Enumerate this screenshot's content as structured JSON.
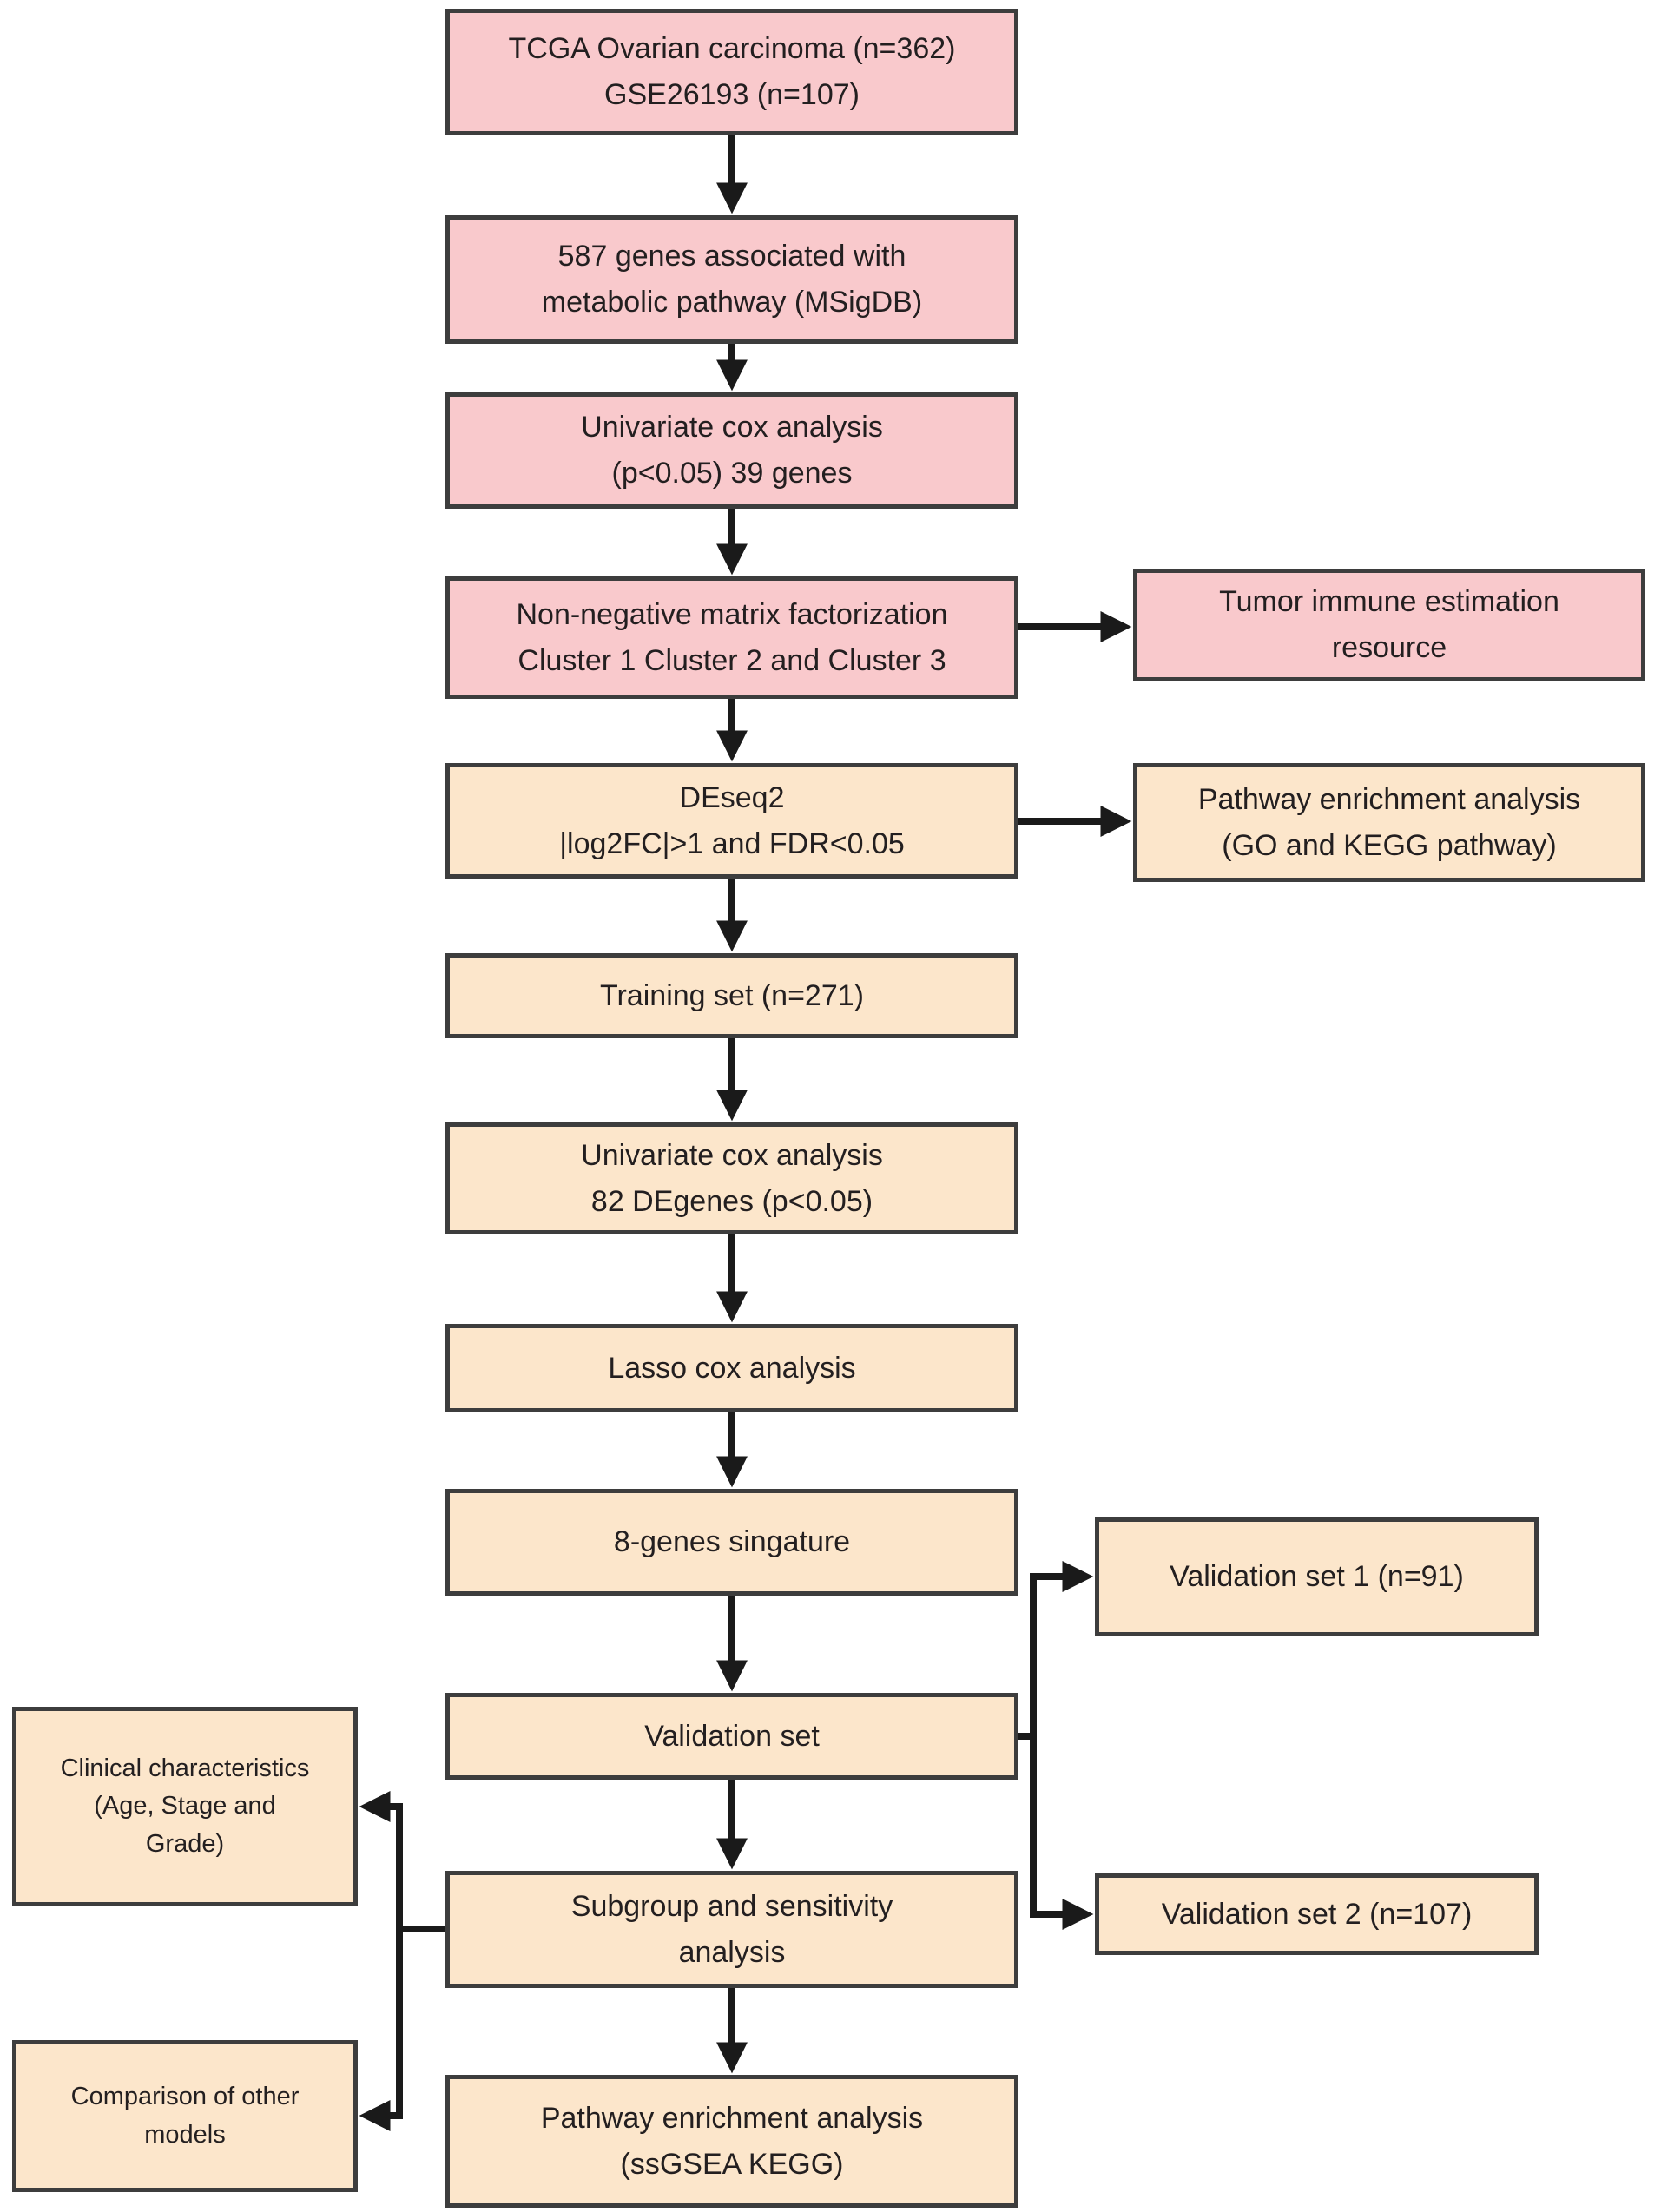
{
  "flowchart": {
    "colors": {
      "pink": "#f9c9cc",
      "peach": "#fce6cb",
      "border": "#3d3d3d",
      "arrow": "#1a1a1a",
      "text": "#231f20",
      "background": "#ffffff"
    },
    "nodes": {
      "tcga": {
        "color": "pink",
        "lines": [
          "TCGA Ovarian carcinoma (n=362)",
          "GSE26193 (n=107)"
        ]
      },
      "msigdb_genes": {
        "color": "pink",
        "lines": [
          "587 genes associated with",
          "metabolic pathway (MSigDB)"
        ]
      },
      "univariate_cox_39": {
        "color": "pink",
        "lines": [
          "Univariate cox analysis",
          "(p<0.05) 39 genes"
        ]
      },
      "nmf": {
        "color": "pink",
        "lines": [
          "Non-negative matrix factorization",
          "Cluster 1 Cluster 2 and Cluster 3"
        ]
      },
      "timer": {
        "color": "pink",
        "lines": [
          "Tumor immune estimation",
          "resource"
        ]
      },
      "deseq2": {
        "color": "peach",
        "lines": [
          "DEseq2",
          "|log2FC|>1 and FDR<0.05"
        ]
      },
      "pathway_go_kegg": {
        "color": "peach",
        "lines": [
          "Pathway enrichment analysis",
          "(GO and KEGG pathway)"
        ]
      },
      "training_set": {
        "color": "peach",
        "lines": [
          "Training set (n=271)"
        ]
      },
      "univariate_cox_82": {
        "color": "peach",
        "lines": [
          "Univariate cox analysis",
          "82 DEgenes (p<0.05)"
        ]
      },
      "lasso": {
        "color": "peach",
        "lines": [
          "Lasso cox analysis"
        ]
      },
      "signature": {
        "color": "peach",
        "lines": [
          "8-genes singature"
        ]
      },
      "validation_set": {
        "color": "peach",
        "lines": [
          "Validation set"
        ]
      },
      "validation1": {
        "color": "peach",
        "lines": [
          "Validation set 1 (n=91)"
        ]
      },
      "validation2": {
        "color": "peach",
        "lines": [
          "Validation set 2 (n=107)"
        ]
      },
      "subgroup": {
        "color": "peach",
        "lines": [
          "Subgroup and sensitivity",
          "analysis"
        ]
      },
      "clinical": {
        "color": "peach",
        "lines": [
          "Clinical characteristics",
          "(Age, Stage and",
          "Grade)"
        ]
      },
      "comparison": {
        "color": "peach",
        "lines": [
          "Comparison of other",
          "models"
        ]
      },
      "pathway_ssgsea": {
        "color": "peach",
        "lines": [
          "Pathway enrichment analysis",
          "(ssGSEA KEGG)"
        ]
      }
    },
    "edges": [
      {
        "from": "tcga",
        "to": "msigdb_genes"
      },
      {
        "from": "msigdb_genes",
        "to": "univariate_cox_39"
      },
      {
        "from": "univariate_cox_39",
        "to": "nmf"
      },
      {
        "from": "nmf",
        "to": "timer"
      },
      {
        "from": "nmf",
        "to": "deseq2"
      },
      {
        "from": "deseq2",
        "to": "pathway_go_kegg"
      },
      {
        "from": "deseq2",
        "to": "training_set"
      },
      {
        "from": "training_set",
        "to": "univariate_cox_82"
      },
      {
        "from": "univariate_cox_82",
        "to": "lasso"
      },
      {
        "from": "lasso",
        "to": "signature"
      },
      {
        "from": "signature",
        "to": "validation_set"
      },
      {
        "from": "validation_set",
        "to": "validation1"
      },
      {
        "from": "validation_set",
        "to": "validation2"
      },
      {
        "from": "validation_set",
        "to": "subgroup"
      },
      {
        "from": "subgroup",
        "to": "clinical"
      },
      {
        "from": "subgroup",
        "to": "comparison"
      },
      {
        "from": "subgroup",
        "to": "pathway_ssgsea"
      }
    ]
  }
}
